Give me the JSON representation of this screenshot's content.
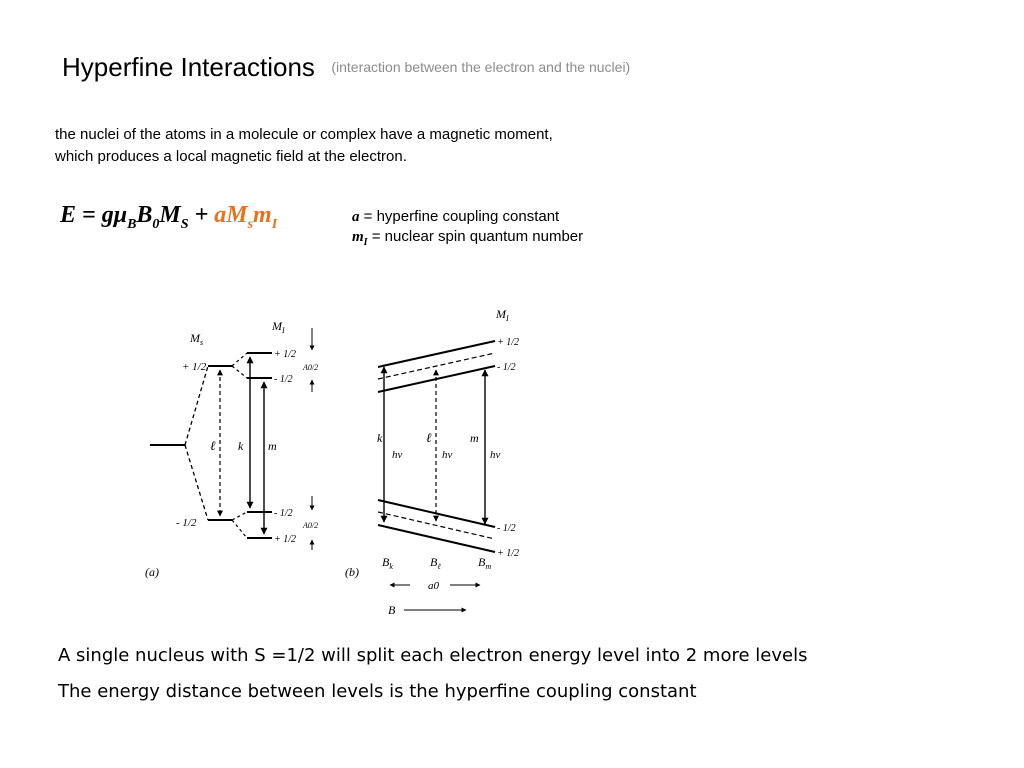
{
  "title": "Hyperfine Interactions",
  "subtitle": "(interaction between the electron and the nuclei)",
  "intro": "the nuclei of the atoms in a molecule or complex have a magnetic moment, which produces a local magnetic field at the electron.",
  "equation": {
    "E": "E",
    "eq": " = g",
    "mu": "μ",
    "B_sub": "B",
    "B0": "B",
    "zero_sub": "0",
    "M": "M",
    "S_sub": "S",
    "plus": " + ",
    "aM": "aM",
    "s_sub": "s",
    "m": "m",
    "I_sub": "I"
  },
  "definitions": [
    {
      "symbol": "a",
      "sub": "",
      "text": " = hyperfine coupling constant"
    },
    {
      "symbol": "m",
      "sub": "I",
      "text": " = nuclear spin quantum number"
    }
  ],
  "figure_a": {
    "ms_label": "M",
    "ms_sub": "s",
    "mi_label": "M",
    "mi_sub": "I",
    "upper_ms": "+ 1/2",
    "lower_ms": "- 1/2",
    "upper_mi_top": "+ 1/2",
    "upper_mi_bottom": "- 1/2",
    "lower_mi_top": "- 1/2",
    "lower_mi_bottom": "+ 1/2",
    "trans_l": "ℓ",
    "trans_k": "k",
    "trans_m": "m",
    "a0_over_2_top": "A0/2",
    "a0_over_2_bottom": "A0/2",
    "caption": "(a)"
  },
  "figure_b": {
    "mi_label": "M",
    "mi_sub": "I",
    "upper_mi_top": "+ 1/2",
    "upper_mi_bottom": "- 1/2",
    "lower_mi_top": "- 1/2",
    "lower_mi_bottom": "+ 1/2",
    "trans_k": "k",
    "trans_l": "ℓ",
    "trans_m": "m",
    "hv": "hν",
    "bk": "B",
    "bk_sub": "k",
    "bl": "B",
    "bl_sub": "ℓ",
    "bm": "B",
    "bm_sub": "m",
    "a0": "a0",
    "B_axis": "B",
    "caption": "(b)"
  },
  "bottom_lines": [
    "A single nucleus with S =1/2 will split each electron energy level into 2 more levels",
    "The energy distance between levels is the hyperfine coupling constant"
  ]
}
